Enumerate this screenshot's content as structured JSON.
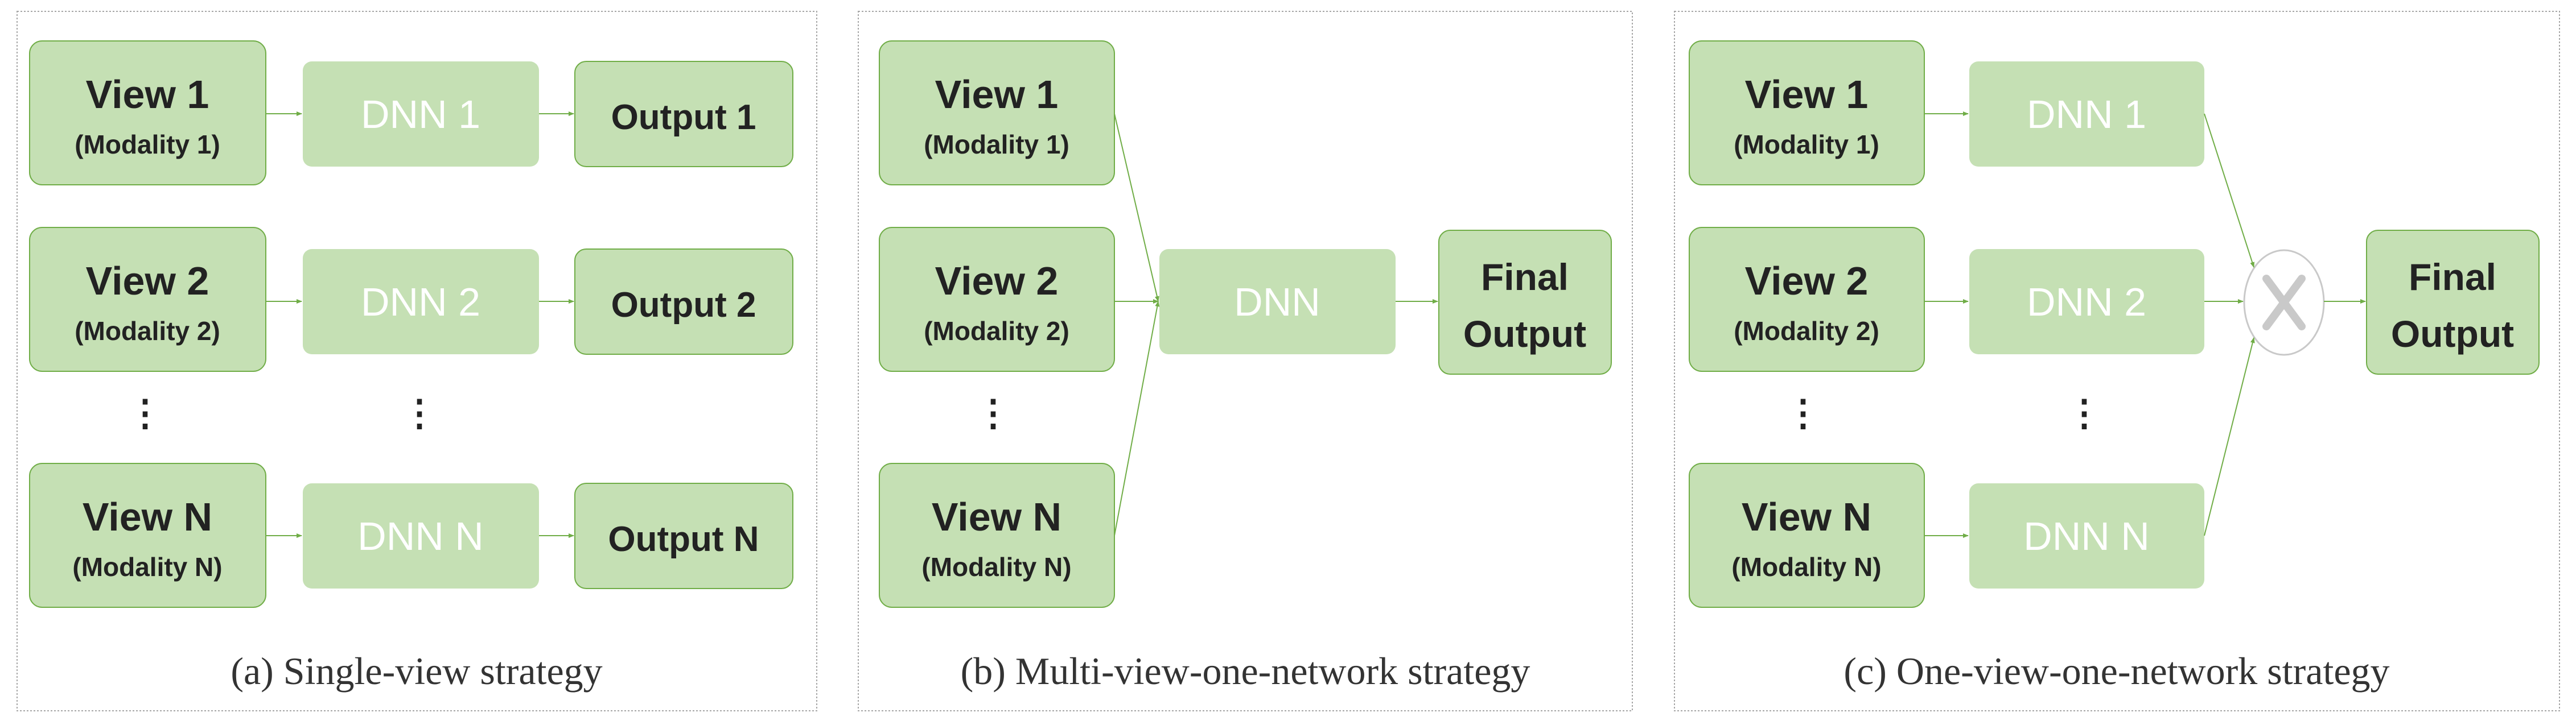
{
  "panels": [
    {
      "caption": "(a) Single-view strategy",
      "views": [
        {
          "title": "View 1",
          "sub": "(Modality 1)"
        },
        {
          "title": "View 2",
          "sub": "(Modality 2)"
        },
        {
          "title": "View N",
          "sub": "(Modality N)"
        }
      ],
      "dnns": [
        "DNN 1",
        "DNN 2",
        "DNN N"
      ],
      "outputs": [
        "Output 1",
        "Output 2",
        "Output N"
      ],
      "dots": "⋮"
    },
    {
      "caption": "(b) Multi-view-one-network strategy",
      "views": [
        {
          "title": "View 1",
          "sub": "(Modality 1)"
        },
        {
          "title": "View 2",
          "sub": "(Modality 2)"
        },
        {
          "title": "View N",
          "sub": "(Modality N)"
        }
      ],
      "dnn": "DNN",
      "final_output": [
        "Final",
        "Output"
      ],
      "dots": "⋮"
    },
    {
      "caption": "(c) One-view-one-network strategy",
      "views": [
        {
          "title": "View 1",
          "sub": "(Modality 1)"
        },
        {
          "title": "View 2",
          "sub": "(Modality 2)"
        },
        {
          "title": "View N",
          "sub": "(Modality N)"
        }
      ],
      "dnns": [
        "DNN 1",
        "DNN 2",
        "DNN N"
      ],
      "fusion_symbol": "⊗",
      "final_output": [
        "Final",
        "Output"
      ],
      "dots": "⋮"
    }
  ],
  "colors": {
    "box_fill": "#c5e0b4",
    "box_stroke": "#70ad47",
    "dnn_fill": "#c5e0b4",
    "arrow": "#70ad47",
    "panel_border": "#a6a6a6"
  }
}
